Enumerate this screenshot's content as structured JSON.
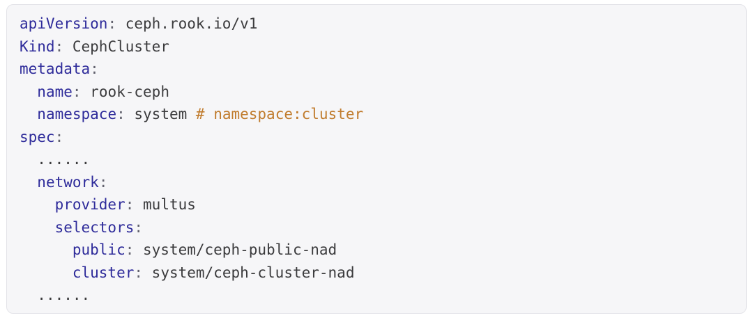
{
  "code_block": {
    "language": "yaml",
    "colors": {
      "background": "#f6f6f8",
      "border": "#e3e3e8",
      "key": "#2e2b9a",
      "plain": "#3b3b3d",
      "punct": "#62626e",
      "comment": "#c07b2c"
    },
    "lines": [
      {
        "indent": 0,
        "tokens": [
          {
            "type": "key",
            "text": "apiVersion"
          },
          {
            "type": "punct",
            "text": ":"
          },
          {
            "type": "plain",
            "text": " ceph.rook.io/v1"
          }
        ]
      },
      {
        "indent": 0,
        "tokens": [
          {
            "type": "key",
            "text": "Kind"
          },
          {
            "type": "punct",
            "text": ":"
          },
          {
            "type": "plain",
            "text": " CephCluster"
          }
        ]
      },
      {
        "indent": 0,
        "tokens": [
          {
            "type": "key",
            "text": "metadata"
          },
          {
            "type": "punct",
            "text": ":"
          }
        ]
      },
      {
        "indent": 2,
        "tokens": [
          {
            "type": "key",
            "text": "name"
          },
          {
            "type": "punct",
            "text": ":"
          },
          {
            "type": "plain",
            "text": " rook-ceph"
          }
        ]
      },
      {
        "indent": 2,
        "tokens": [
          {
            "type": "key",
            "text": "namespace"
          },
          {
            "type": "punct",
            "text": ":"
          },
          {
            "type": "plain",
            "text": " system "
          },
          {
            "type": "comment",
            "text": "# namespace:cluster"
          }
        ]
      },
      {
        "indent": 0,
        "tokens": [
          {
            "type": "key",
            "text": "spec"
          },
          {
            "type": "punct",
            "text": ":"
          }
        ]
      },
      {
        "indent": 2,
        "tokens": [
          {
            "type": "plain",
            "text": "......"
          }
        ]
      },
      {
        "indent": 2,
        "tokens": [
          {
            "type": "key",
            "text": "network"
          },
          {
            "type": "punct",
            "text": ":"
          }
        ]
      },
      {
        "indent": 4,
        "tokens": [
          {
            "type": "key",
            "text": "provider"
          },
          {
            "type": "punct",
            "text": ":"
          },
          {
            "type": "plain",
            "text": " multus"
          }
        ]
      },
      {
        "indent": 4,
        "tokens": [
          {
            "type": "key",
            "text": "selectors"
          },
          {
            "type": "punct",
            "text": ":"
          }
        ]
      },
      {
        "indent": 6,
        "tokens": [
          {
            "type": "key",
            "text": "public"
          },
          {
            "type": "punct",
            "text": ":"
          },
          {
            "type": "plain",
            "text": " system/ceph-public-nad"
          }
        ]
      },
      {
        "indent": 6,
        "tokens": [
          {
            "type": "key",
            "text": "cluster"
          },
          {
            "type": "punct",
            "text": ":"
          },
          {
            "type": "plain",
            "text": " system/ceph-cluster-nad"
          }
        ]
      },
      {
        "indent": 2,
        "tokens": [
          {
            "type": "plain",
            "text": "......"
          }
        ]
      }
    ]
  }
}
